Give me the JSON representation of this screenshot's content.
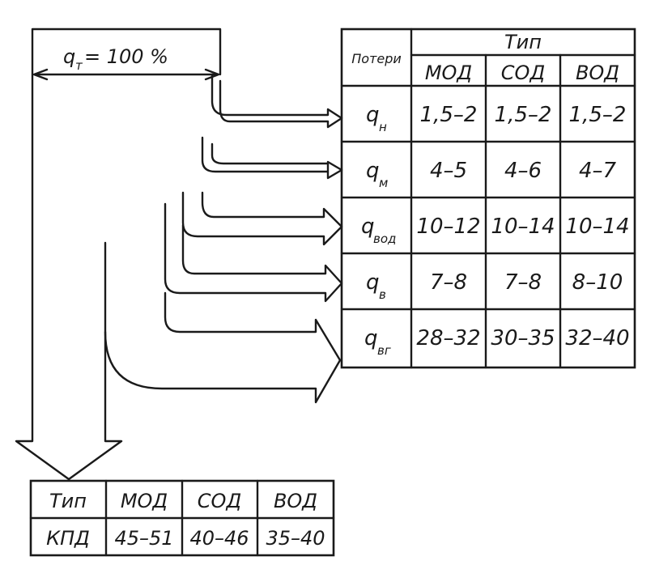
{
  "input_label": {
    "symbol": "q",
    "subscript": "т",
    "value": "= 100 %"
  },
  "losses_table": {
    "header_losses": "Потери",
    "header_type": "Тип",
    "columns": [
      "МОД",
      "СОД",
      "ВОД"
    ],
    "rows": [
      {
        "symbol": "q",
        "subscript": "н",
        "values": [
          "1,5–2",
          "1,5–2",
          "1,5–2"
        ]
      },
      {
        "symbol": "q",
        "subscript": "м",
        "values": [
          "4–5",
          "4–6",
          "4–7"
        ]
      },
      {
        "symbol": "q",
        "subscript": "вод",
        "values": [
          "10–12",
          "10–14",
          "10–14"
        ]
      },
      {
        "symbol": "q",
        "subscript": "в",
        "values": [
          "7–8",
          "7–8",
          "8–10"
        ]
      },
      {
        "symbol": "q",
        "subscript": "вг",
        "values": [
          "28–32",
          "30–35",
          "32–40"
        ]
      }
    ]
  },
  "efficiency_table": {
    "header_label": "Тип",
    "row_label": "КПД",
    "columns": [
      "МОД",
      "СОД",
      "ВОД"
    ],
    "values": [
      "45–51",
      "40–46",
      "35–40"
    ]
  }
}
